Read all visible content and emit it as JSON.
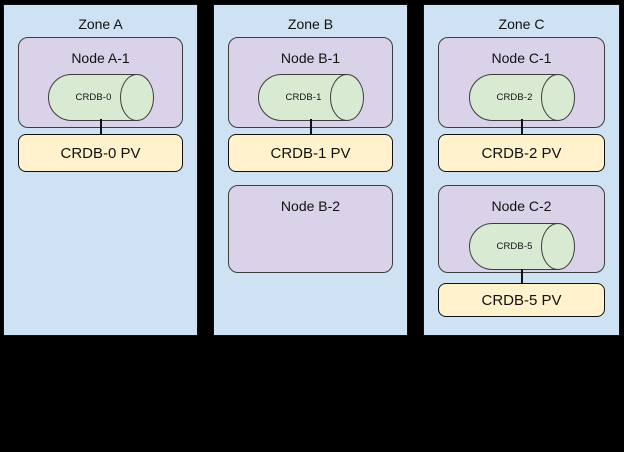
{
  "colors": {
    "page-bg": "#000000",
    "zone-bg": "#cfe2f3",
    "zone-border": "#111111",
    "node-bg": "#d9d2e9",
    "node-border": "#3d3d3d",
    "pod-bg": "#d9ead3",
    "pv-bg": "#fff2cc",
    "pv-border": "#111111",
    "connector": "#111111"
  },
  "diagram": {
    "zones": [
      {
        "label": "Zone A",
        "nodes": [
          {
            "label": "Node A-1",
            "pod": "CRDB-0",
            "pv": "CRDB-0 PV"
          }
        ]
      },
      {
        "label": "Zone B",
        "nodes": [
          {
            "label": "Node B-1",
            "pod": "CRDB-1",
            "pv": "CRDB-1 PV"
          },
          {
            "label": "Node B-2"
          }
        ]
      },
      {
        "label": "Zone C",
        "nodes": [
          {
            "label": "Node C-1",
            "pod": "CRDB-2",
            "pv": "CRDB-2 PV"
          },
          {
            "label": "Node C-2",
            "pod": "CRDB-5",
            "pv": "CRDB-5 PV"
          }
        ]
      }
    ]
  }
}
